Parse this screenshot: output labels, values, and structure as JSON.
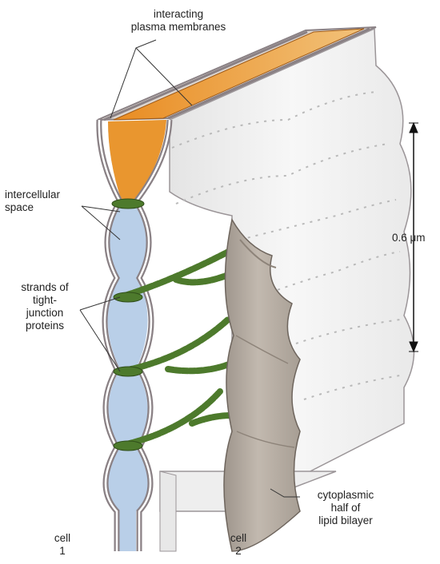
{
  "labels": {
    "interacting_membranes": [
      "interacting",
      "plasma membranes"
    ],
    "intercellular_space": [
      "intercellular",
      "space"
    ],
    "strands": [
      "strands of",
      "tight-",
      "junction",
      "proteins"
    ],
    "scale": "0.6 μm",
    "cytoplasmic": [
      "cytoplasmic",
      "half of",
      "lipid bilayer"
    ],
    "cell1": [
      "cell",
      "1"
    ],
    "cell2": [
      "cell",
      "2"
    ]
  },
  "colors": {
    "intercellular_top": "#e9962f",
    "intercellular_fill": "#b9cfe8",
    "membrane": "#8a8185",
    "strand": "#4d7a2c",
    "bilayer_flap": "#b5aca2",
    "face": "#f4f4f4"
  }
}
